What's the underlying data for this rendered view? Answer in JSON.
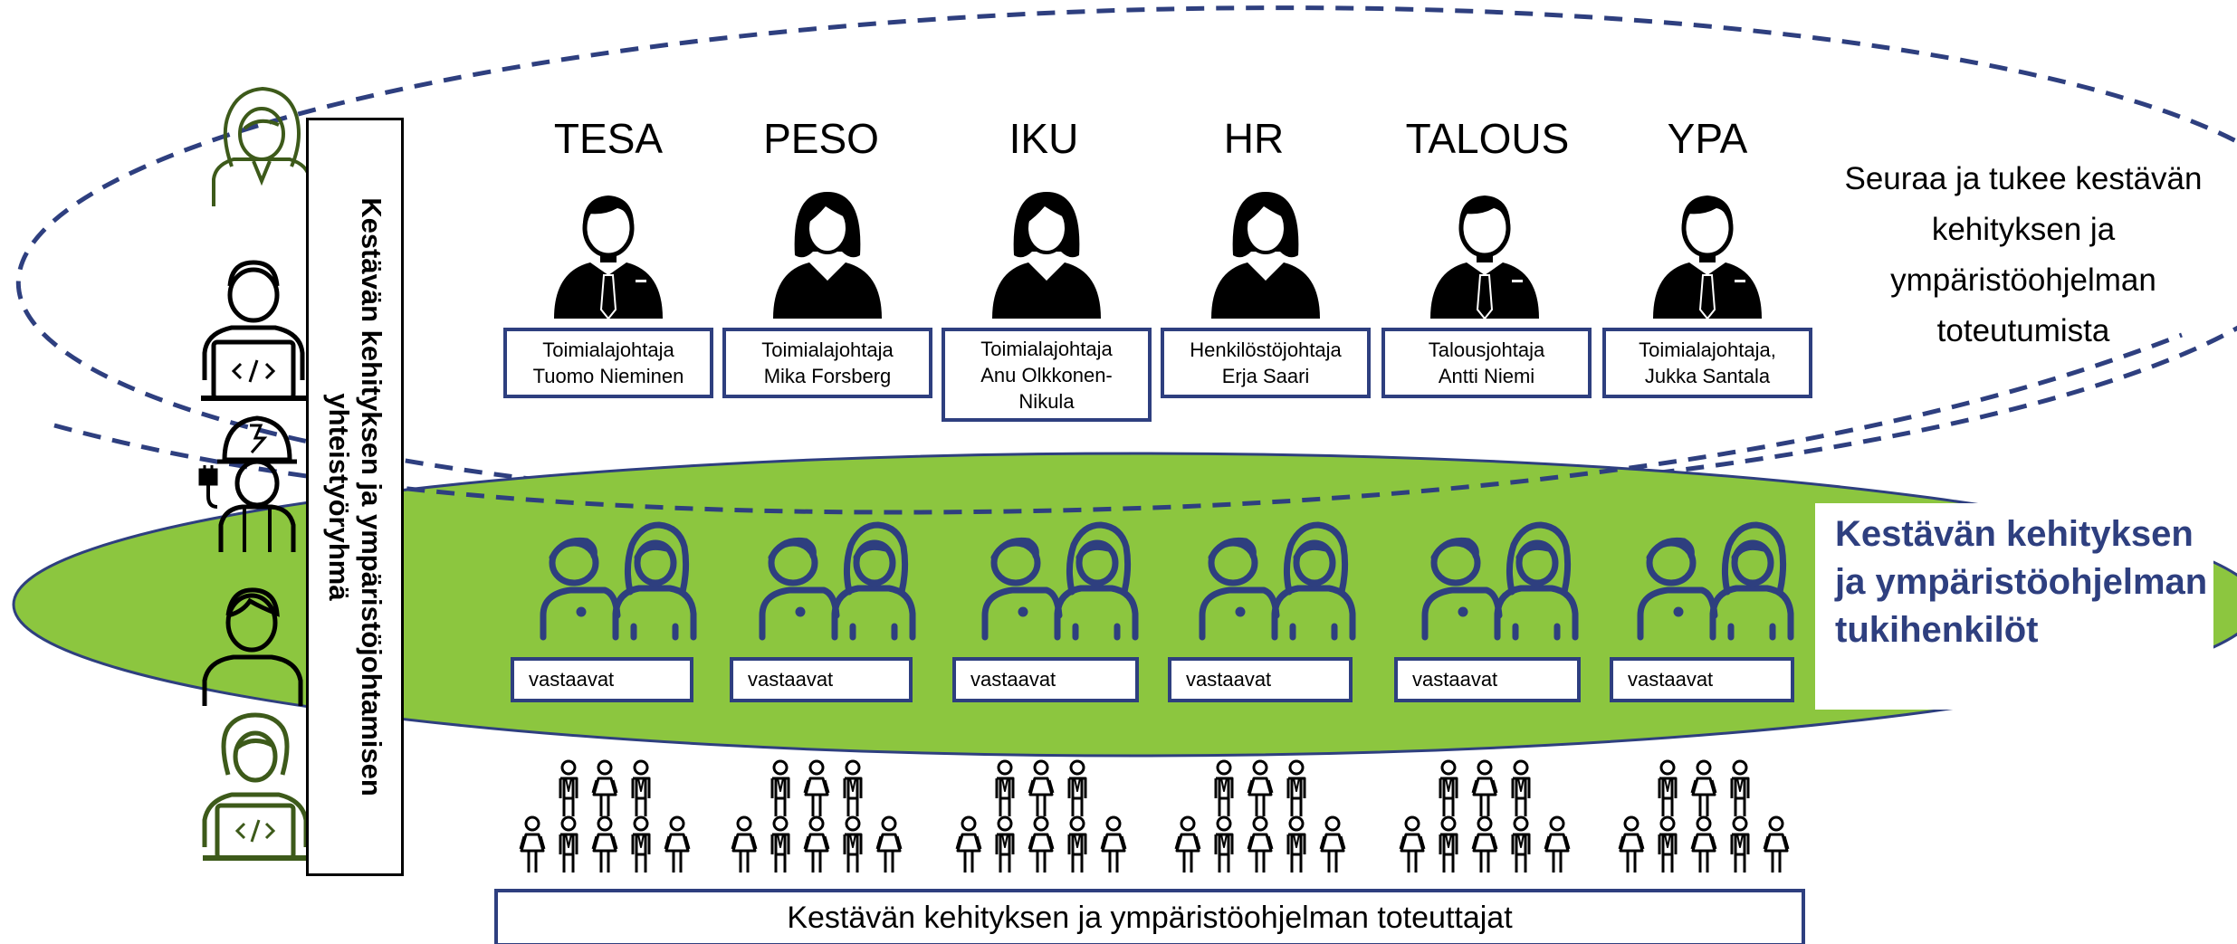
{
  "units": [
    {
      "code": "TESA",
      "role": "Toimialajohtaja",
      "name": "Tuomo Nieminen",
      "leader_gender": "man"
    },
    {
      "code": "PESO",
      "role": "Toimialajohtaja",
      "name": "Mika Forsberg",
      "leader_gender": "woman"
    },
    {
      "code": "IKU",
      "role": "Toimialajohtaja",
      "name": "Anu Olkkonen-Nikula",
      "leader_gender": "woman"
    },
    {
      "code": "HR",
      "role": "Henkilöstöjohtaja",
      "name": "Erja Saari",
      "leader_gender": "woman"
    },
    {
      "code": "TALOUS",
      "role": "Talousjohtaja",
      "name": "Antti Niemi",
      "leader_gender": "man"
    },
    {
      "code": "YPA",
      "role": "Toimialajohtaja,",
      "name": "Jukka Santala",
      "leader_gender": "man"
    }
  ],
  "responsible_label": "vastaavat",
  "follow_text": "Seuraa ja tukee kestävän kehityksen ja ympäristöohjelman toteutumista",
  "support_text": "Kestävän kehityksen ja ympäristöohjelman tukihenkilöt",
  "vertical_label": "Kestävän kehityksen ja ympäristöjohtamisen yhteistyöryhmä",
  "implementers_label": "Kestävän kehityksen ja ympäristöohjelman toteuttajat",
  "icons": {
    "leader": "businessperson-icon",
    "support_pair": "man-woman-pair-icon",
    "crowd": "people-crowd-icon",
    "group_members": [
      "woman-icon",
      "developer-laptop-icon",
      "electrician-icon",
      "man-icon",
      "woman-developer-icon"
    ]
  },
  "colors": {
    "green": "#8cc63f",
    "navy": "#2e3f7f",
    "dark_green": "#3d5a1a"
  }
}
